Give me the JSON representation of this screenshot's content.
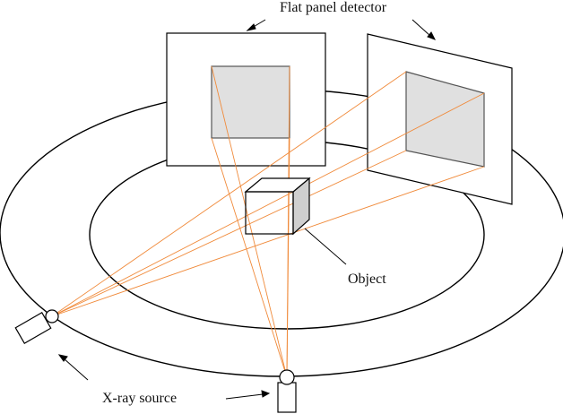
{
  "labels": {
    "detector": "Flat panel detector",
    "object": "Object",
    "source": "X-ray source"
  },
  "colors": {
    "stroke": "#000000",
    "ray": "#f08a3a",
    "panel_fill": "#e0e0e0",
    "cube_side": "#cfcfcf"
  }
}
